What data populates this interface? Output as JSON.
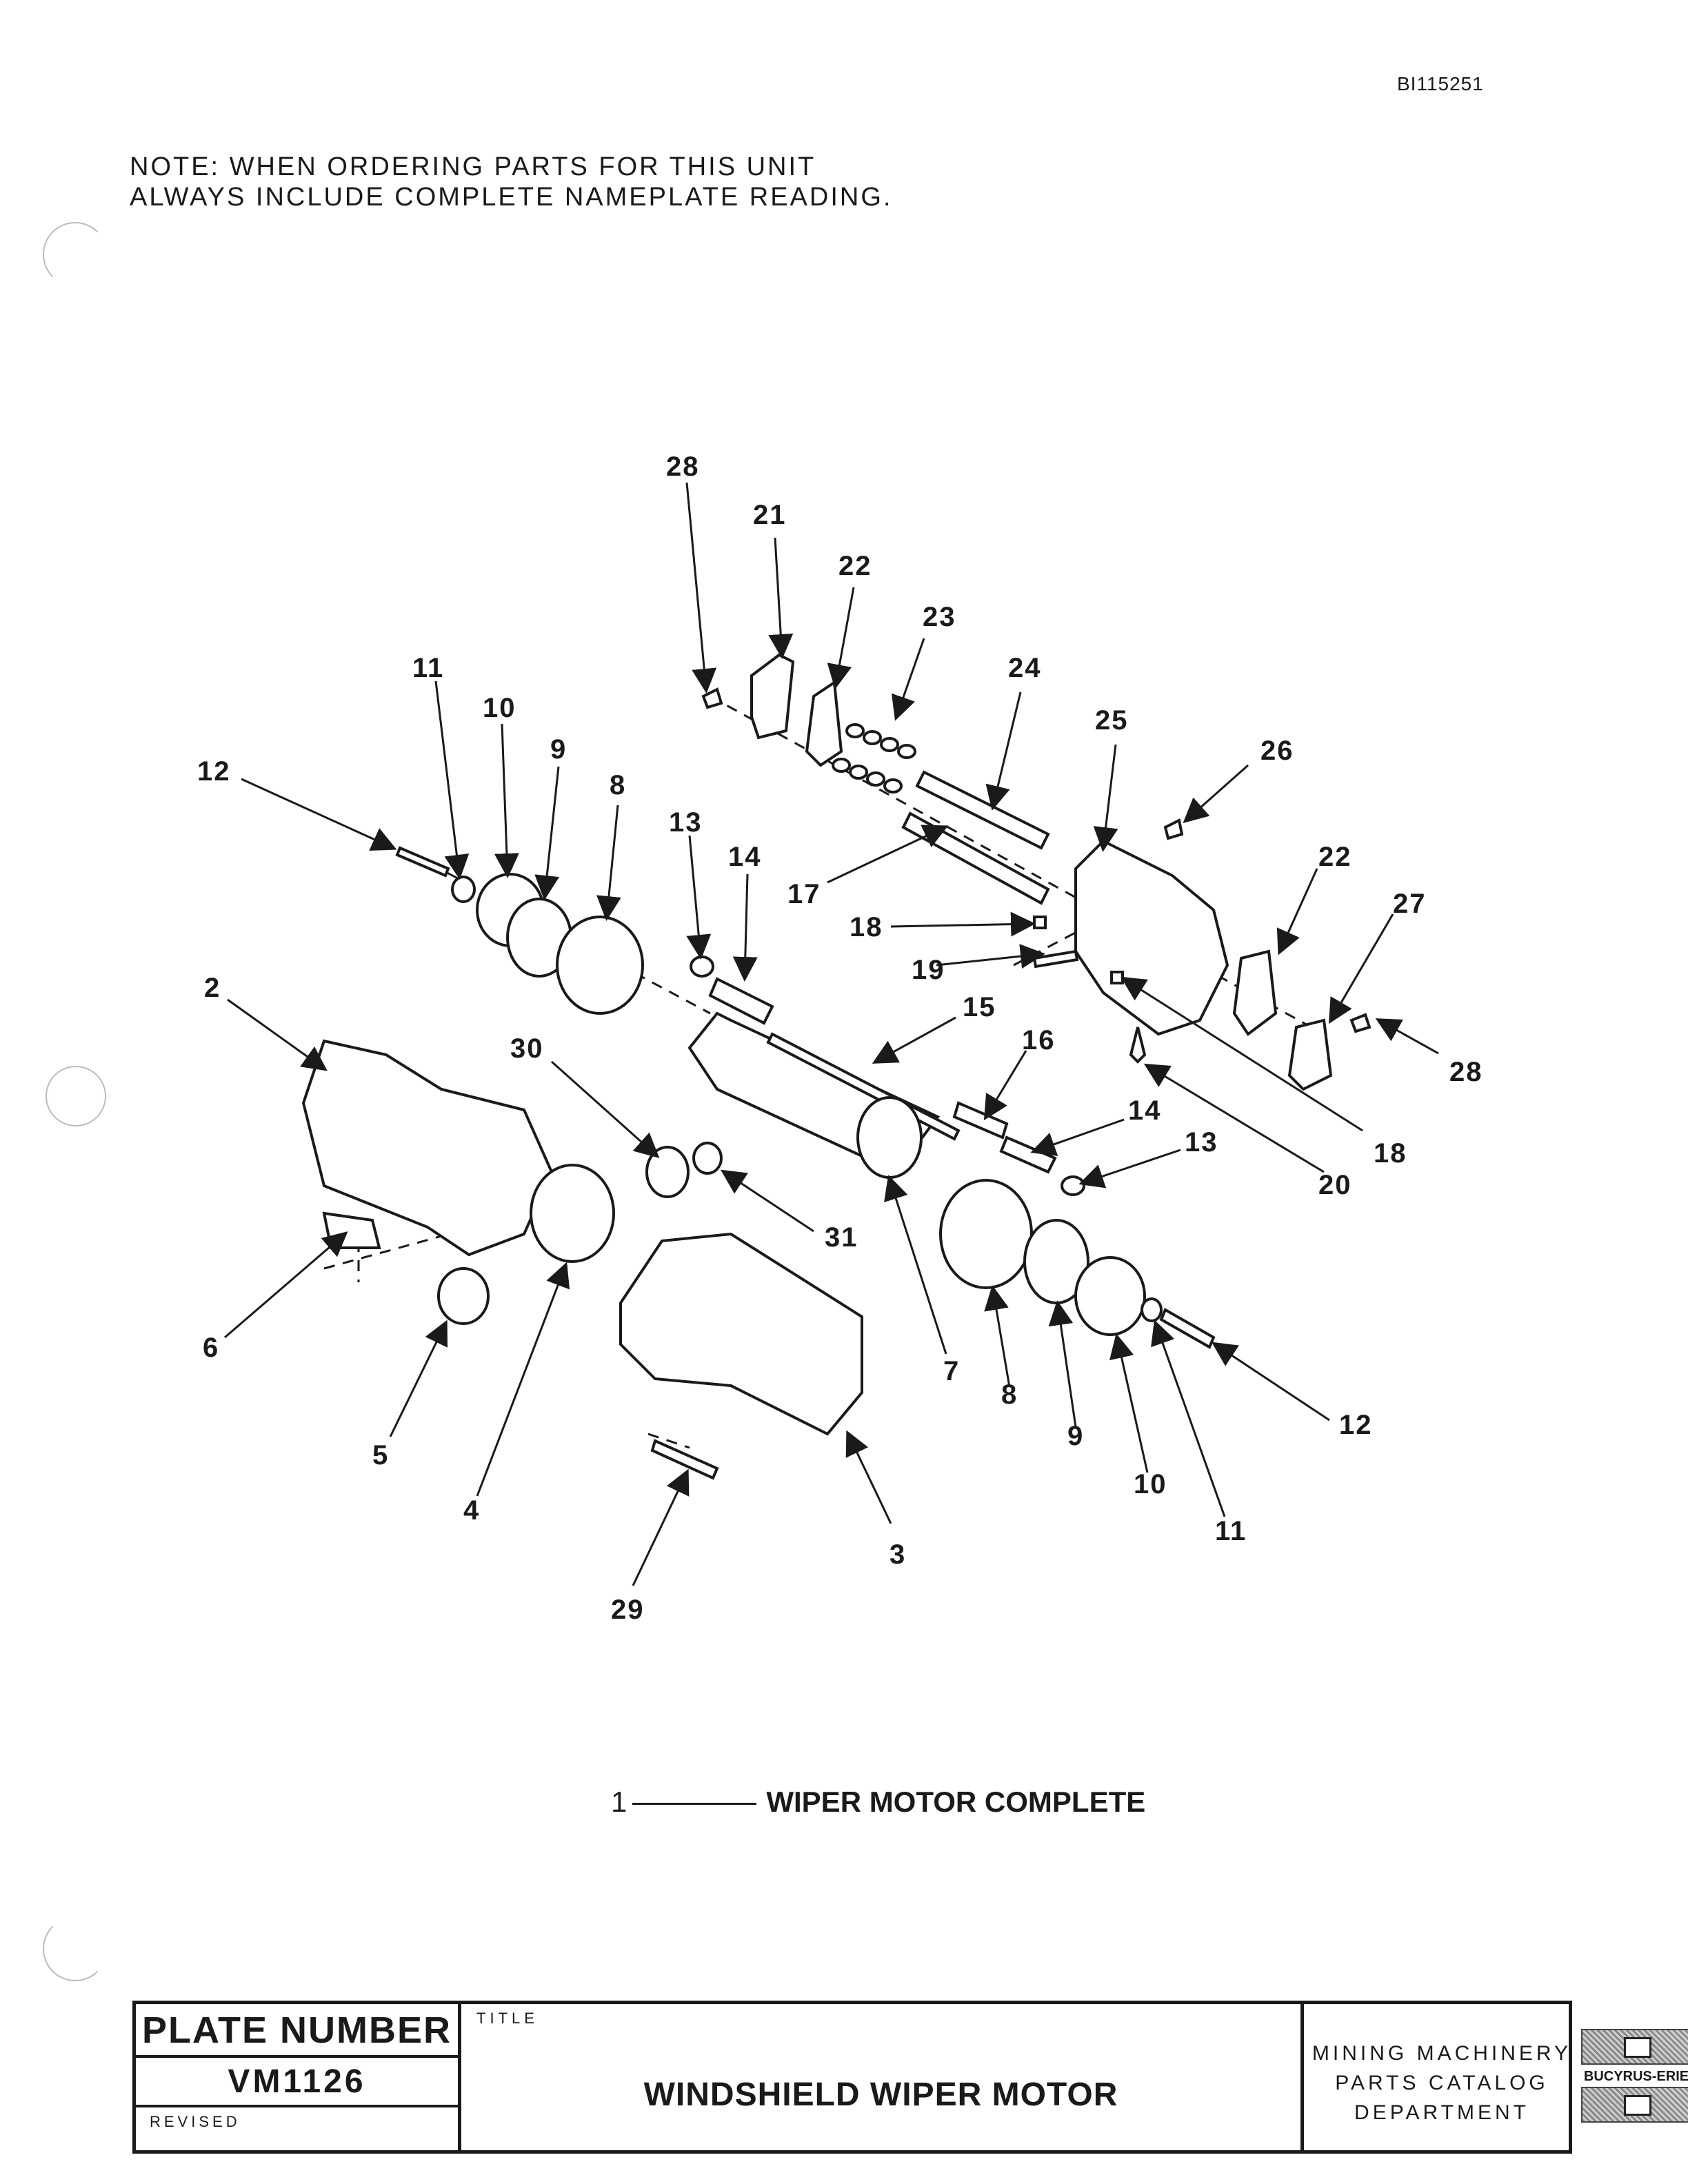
{
  "document_id": "BI115251",
  "note": {
    "line1": "NOTE:  WHEN ORDERING PARTS FOR THIS UNIT",
    "line2": "ALWAYS INCLUDE COMPLETE NAMEPLATE READING."
  },
  "callouts": {
    "c28a": "28",
    "c21": "21",
    "c22a": "22",
    "c23": "23",
    "c24": "24",
    "c25": "25",
    "c26": "26",
    "c11a": "11",
    "c10a": "10",
    "c9a": "9",
    "c8a": "8",
    "c12a": "12",
    "c13a": "13",
    "c14a": "14",
    "c17": "17",
    "c18a": "18",
    "c19": "19",
    "c22b": "22",
    "c27": "27",
    "c2": "2",
    "c15": "15",
    "c16": "16",
    "c28b": "28",
    "c30": "30",
    "c14b": "14",
    "c13b": "13",
    "c18b": "18",
    "c20": "20",
    "c31": "31",
    "c6": "6",
    "c7": "7",
    "c8b": "8",
    "c9b": "9",
    "c10b": "10",
    "c11b": "11",
    "c12b": "12",
    "c5": "5",
    "c4": "4",
    "c3": "3",
    "c29": "29"
  },
  "legend": {
    "number": "1",
    "description": "WIPER MOTOR COMPLETE"
  },
  "title_block": {
    "plate_number_label": "PLATE NUMBER",
    "plate_number": "VM1126",
    "revised_label": "REVISED",
    "title_label": "TITLE",
    "title": "WINDSHIELD WIPER MOTOR",
    "department_line1": "MINING MACHINERY",
    "department_line2": "PARTS CATALOG",
    "department_line3": "DEPARTMENT",
    "logo_text": "BUCYRUS-ERIE"
  }
}
